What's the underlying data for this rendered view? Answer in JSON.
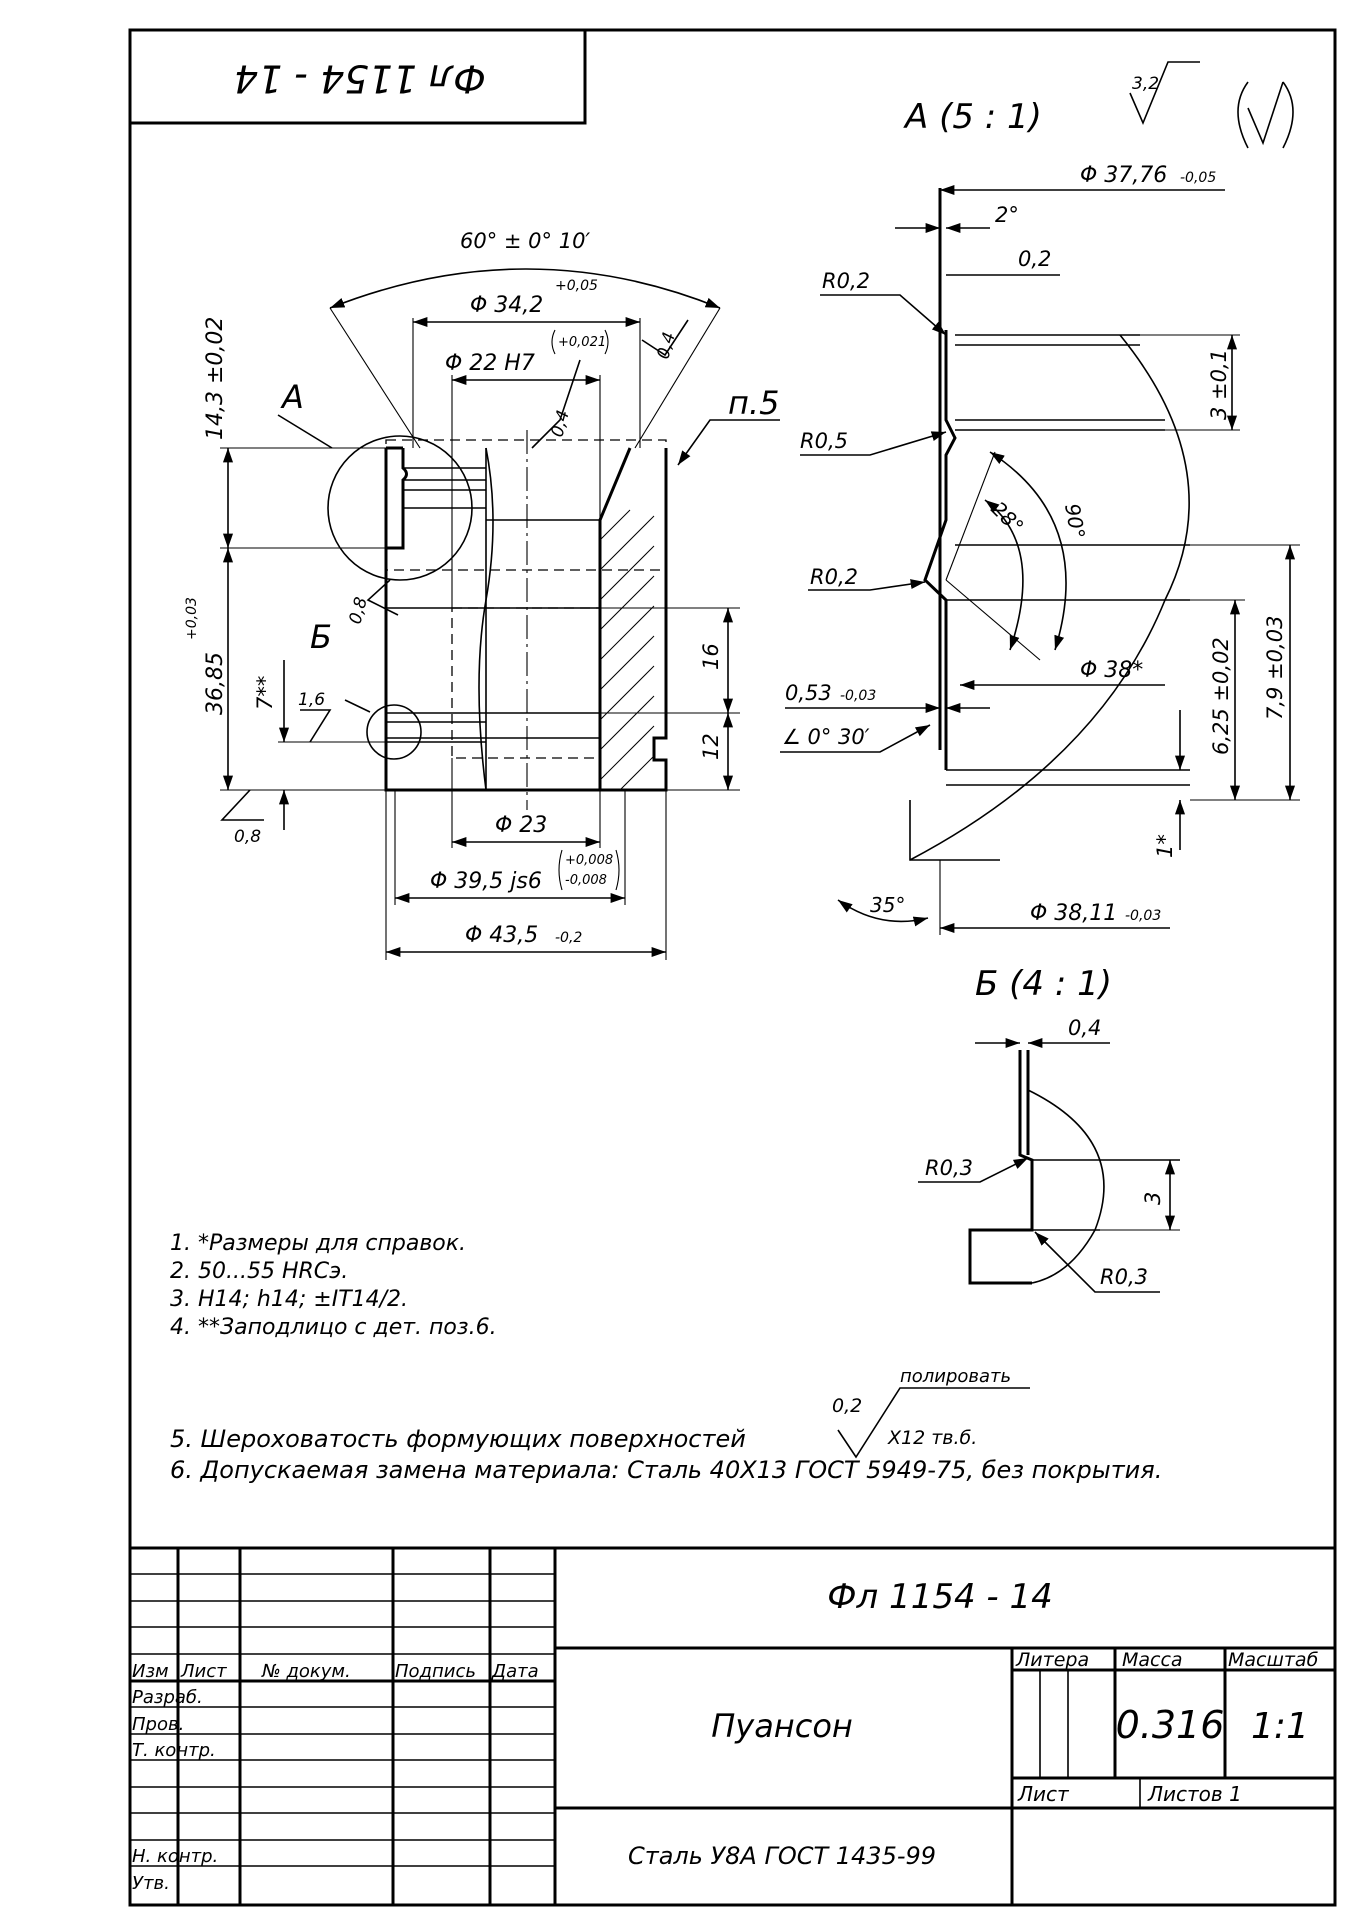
{
  "stamp_rotated": "Фл 1154 - 14",
  "roughness": {
    "general_value": "3,2"
  },
  "view_a": {
    "title": "А  (5 : 1)",
    "dims": {
      "d_37_76": "Φ 37,76",
      "d_37_76_tol": "-0,05",
      "angle_2": "2°",
      "d_0_2": "0,2",
      "r_0_2_top": "R0,2",
      "r_0_5": "R0,5",
      "r_0_2_mid": "R0,2",
      "d_3": "3 ±0,1",
      "angle_28": "28°",
      "angle_90": "90°",
      "d_38": "Φ 38*",
      "d_0_53": "0,53",
      "d_0_53_tol": "-0,03",
      "angle_0_30": "∠ 0° 30′",
      "d_6_25": "6,25 ±0,02",
      "d_7_9": "7,9 ±0,03",
      "d_1": "1*",
      "angle_35": "35°",
      "d_38_11": "Φ 38,11",
      "d_38_11_tol": "-0,03"
    }
  },
  "view_b": {
    "title": "Б  (4 : 1)",
    "dims": {
      "d_0_4": "0,4",
      "r_0_3_a": "R0,3",
      "d_3": "3",
      "r_0_3_b": "R0,3"
    }
  },
  "main_view": {
    "labels": {
      "a": "А",
      "b": "Б",
      "p5": "п.5"
    },
    "dims": {
      "angle_60": "60° ± 0° 10′",
      "d_34_2": "Φ 34,2",
      "d_34_2_tol": "+0,05",
      "d_22": "Φ 22 H7",
      "d_22_tol": "+0,021",
      "rough_0_4_a": "0,4",
      "rough_0_4_b": "0,4",
      "d_14_3": "14,3 ±0,02",
      "d_36_85": "36,85",
      "d_36_85_tol": "+0,03",
      "d_7": "7**",
      "rough_1_6": "1,6",
      "rough_0_8_a": "0,8",
      "rough_0_8_b": "0,8",
      "d_16": "16",
      "d_12": "12",
      "d_23": "Φ 23",
      "d_39_5": "Φ 39,5 js6",
      "d_39_5_tol_up": "+0,008",
      "d_39_5_tol_dn": "-0,008",
      "d_43_5": "Φ 43,5",
      "d_43_5_tol": "-0,2"
    }
  },
  "notes": [
    "1.  *Размеры для справок.",
    "2.  50...55 HRCэ.",
    "3.  H14;  h14;  ±IT14/2.",
    "4.  **Заподлицо с дет. поз.6."
  ],
  "note5": "5.  Шероховатость формующих поверхностей",
  "note5_value": "0,2",
  "note5_polish": "полировать",
  "note5_extra": "X12 тв.б.",
  "note6": "6.  Допускаемая замена материала: Сталь 40X13 ГОСТ 5949-75, без покрытия.",
  "title_block": {
    "designation": "Фл 1154 - 14",
    "part_name": "Пуансон",
    "material": "Сталь У8А ГОСТ 1435-99",
    "col_litera": "Литера",
    "col_massa": "Масса",
    "col_masshtab": "Масштаб",
    "mass_value": "0.316",
    "scale_value": "1:1",
    "sheet_label": "Лист",
    "sheets_label": "Листов 1",
    "hdr_izm": "Изм",
    "hdr_list": "Лист",
    "hdr_doc": "№ докум.",
    "hdr_sign": "Подпись",
    "hdr_date": "Дата",
    "row_razrab": "Разраб.",
    "row_prov": "Пров.",
    "row_tkontr": "Т. контр.",
    "row_nkontr": "Н. контр.",
    "row_utv": "Утв."
  }
}
